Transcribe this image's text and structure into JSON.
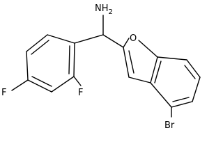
{
  "molecule": {
    "atoms": {
      "amine": "NH2",
      "oxygen": "O",
      "bromine": "Br",
      "fluorine_ortho": "F",
      "fluorine_para": "F"
    }
  }
}
